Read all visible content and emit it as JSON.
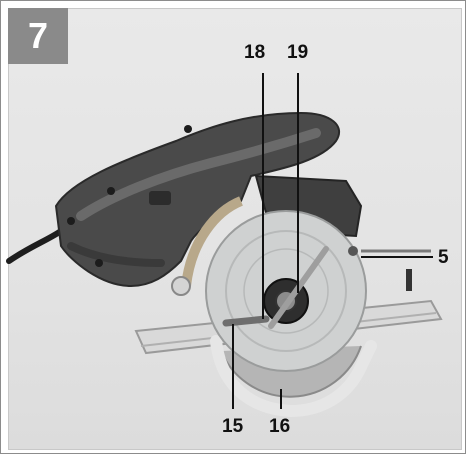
{
  "figure": {
    "number": "7",
    "callouts": {
      "c18": "18",
      "c19": "19",
      "c5": "5",
      "c15": "15",
      "c16": "16"
    }
  },
  "colors": {
    "badge": "#8a8a8a",
    "housing": "#4a4a4a",
    "guard": "#cfd1d1",
    "baseplate": "#d9d9d9"
  }
}
